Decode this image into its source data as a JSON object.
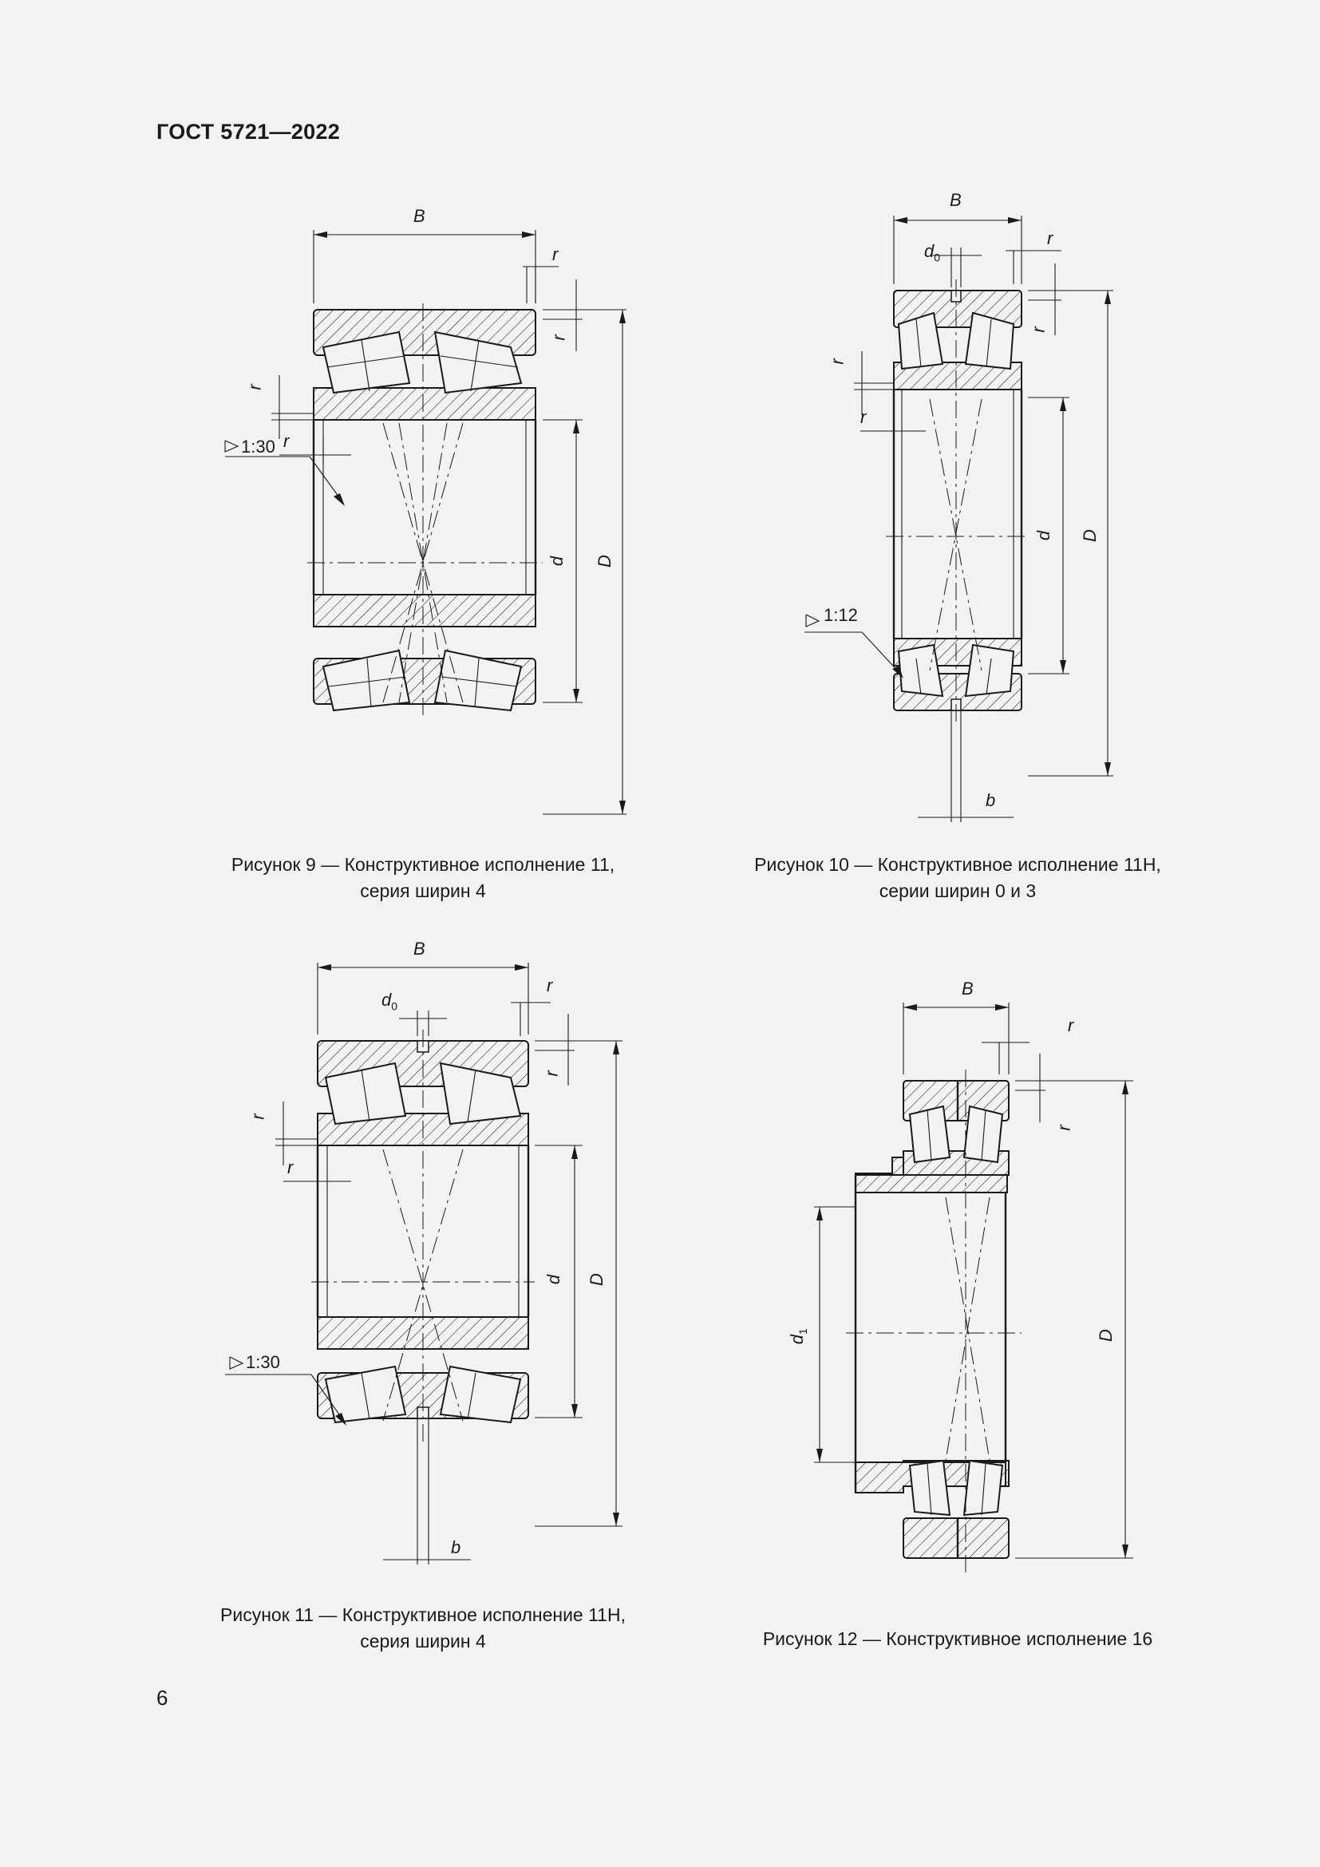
{
  "header": {
    "standard": "ГОСТ 5721—2022"
  },
  "page_number": "6",
  "figures": [
    {
      "caption_line1": "Рисунок 9 — Конструктивное исполнение 11,",
      "caption_line2": "серия ширин 4",
      "labels": {
        "B": "B",
        "r": "r",
        "d": "d",
        "D": "D",
        "taper": "1:30"
      }
    },
    {
      "caption_line1": "Рисунок 10 — Конструктивное исполнение 11H,",
      "caption_line2": "серии ширин 0 и 3",
      "labels": {
        "B": "B",
        "r": "r",
        "d": "d",
        "D": "D",
        "d0": "d",
        "d0_sub": "0",
        "b": "b",
        "taper": "1:12"
      }
    },
    {
      "caption_line1": "Рисунок 11 — Конструктивное исполнение 11H,",
      "caption_line2": "серия ширин 4",
      "labels": {
        "B": "B",
        "r": "r",
        "d": "d",
        "D": "D",
        "d0": "d",
        "d0_sub": "0",
        "b": "b",
        "taper": "1:30"
      }
    },
    {
      "caption_line1": "Рисунок 12 — Конструктивное исполнение 16",
      "caption_line2": "",
      "labels": {
        "B": "B",
        "r": "r",
        "D": "D",
        "d1": "d",
        "d1_sub": "1"
      }
    }
  ]
}
